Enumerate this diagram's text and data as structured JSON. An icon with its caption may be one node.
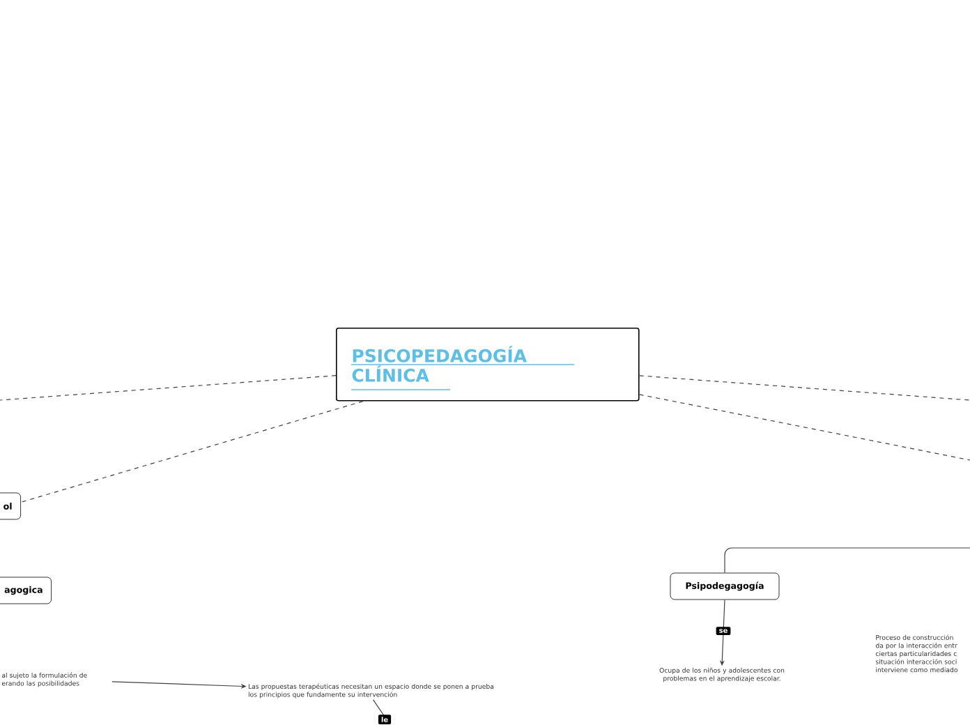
{
  "diagram": {
    "nodes": [
      {
        "text": [
          "PSICOPEDAGOGÍA CLÍNICA"
        ]
      },
      {
        "text": [
          "ol"
        ]
      },
      {
        "text": [
          "agogica"
        ]
      },
      {
        "text": [
          "Psipodegagogía"
        ]
      },
      {
        "text": [
          "Ocupa de los niños y adolescentes con problemas en el aprendizaje escolar."
        ]
      },
      {
        "text": [
          "al sujeto la formulación de erando las posibilidades"
        ]
      },
      {
        "text": [
          "Las propuestas terapéuticas necesitan un espacio donde se ponen a prueba los principios que fundamente su intervención"
        ]
      },
      {
        "text": [
          "Proceso de construcción da por la interacción entr ciertas particularidades c situación interacción soci interviene como mediado"
        ]
      }
    ],
    "edges": [
      {
        "from": 0,
        "to": null,
        "arrow": "none",
        "style": "dashed"
      },
      {
        "from": 0,
        "to": 1,
        "arrow": "none",
        "style": "dashed"
      },
      {
        "from": 0,
        "to": null,
        "arrow": "none",
        "style": "dashed"
      },
      {
        "from": 0,
        "to": null,
        "arrow": "none",
        "style": "dashed"
      },
      {
        "from": null,
        "to": 3,
        "arrow": "none"
      },
      {
        "from": 3,
        "to": 4,
        "arrow": "to",
        "label": "se"
      },
      {
        "from": 5,
        "to": 6,
        "arrow": "to"
      },
      {
        "from": 6,
        "to": null,
        "arrow": "none",
        "label": "le"
      }
    ]
  }
}
